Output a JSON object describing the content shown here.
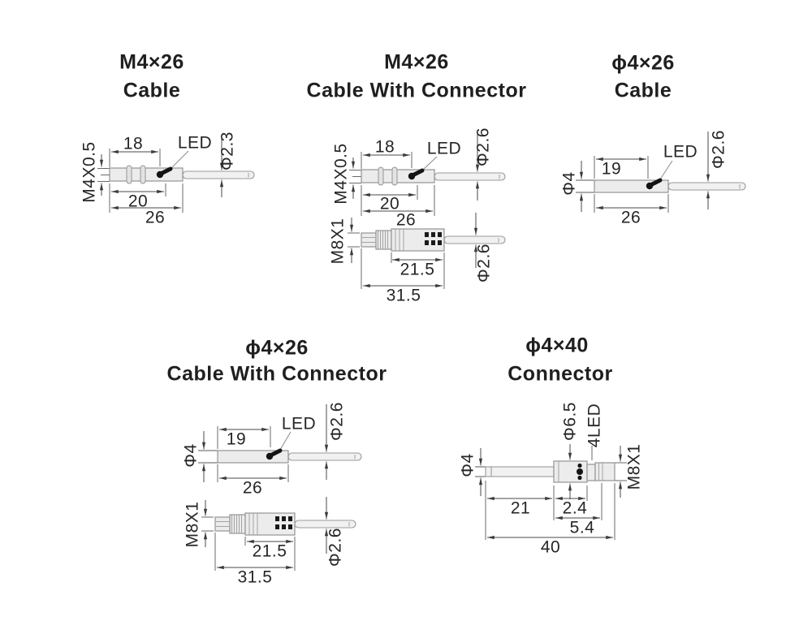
{
  "colors": {
    "background": "#ffffff",
    "part_fill": "#ececec",
    "part_outline": "#949494",
    "dimension_line": "#4a4a4a",
    "text": "#262626",
    "led_indicator": "#141414"
  },
  "diagrams": [
    {
      "id": "m4x26-cable",
      "title": "M4×26",
      "subtitle": "Cable",
      "labels": {
        "thread": "M4X0.5",
        "led": "LED",
        "dim_a": "18",
        "dim_b": "20",
        "dim_c": "26",
        "cable_dia": "Φ2.3"
      }
    },
    {
      "id": "m4x26-cable-with-connector",
      "title": "M4×26",
      "subtitle": "Cable With Connector",
      "labels": {
        "thread": "M4X0.5",
        "led": "LED",
        "dim_a": "18",
        "dim_b": "20",
        "dim_c": "26",
        "cable_dia": "Φ2.6",
        "conn_thread": "M8X1",
        "conn_a": "21.5",
        "conn_b": "31.5",
        "conn_cable_dia": "Φ2.6"
      }
    },
    {
      "id": "phi4x26-cable",
      "title": "ϕ4×26",
      "subtitle": "Cable",
      "labels": {
        "body_dia": "Φ4",
        "led": "LED",
        "dim_a": "19",
        "dim_c": "26",
        "cable_dia": "Φ2.6"
      }
    },
    {
      "id": "phi4x26-cable-with-connector",
      "title": "ϕ4×26",
      "subtitle": "Cable With Connector",
      "labels": {
        "body_dia": "Φ4",
        "led": "LED",
        "dim_a": "19",
        "dim_c": "26",
        "cable_dia": "Φ2.6",
        "conn_thread": "M8X1",
        "conn_a": "21.5",
        "conn_b": "31.5",
        "conn_cable_dia": "Φ2.6"
      }
    },
    {
      "id": "phi4x40-connector",
      "title": "ϕ4×40",
      "subtitle": "Connector",
      "labels": {
        "body_dia": "Φ4",
        "head_dia": "Φ6.5",
        "led": "4LED",
        "conn_thread": "M8X1",
        "dim_a": "21",
        "dim_b": "2.4",
        "dim_c": "5.4",
        "dim_d": "40"
      }
    }
  ]
}
